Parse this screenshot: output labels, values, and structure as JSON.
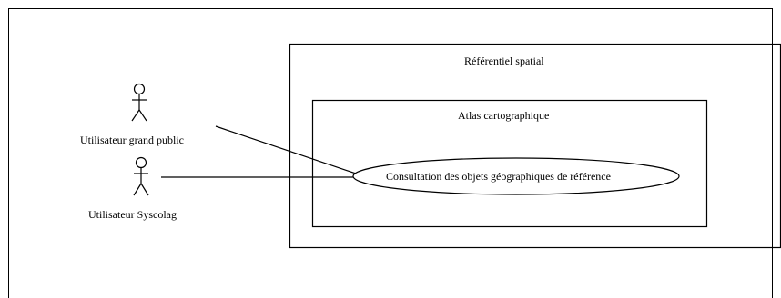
{
  "diagram": {
    "system_boundary_label": "Référentiel spatial",
    "subsystem_label": "Atlas cartographique",
    "use_case_label": "Consultation des objets géographiques de référence",
    "actors": [
      {
        "label": "Utilisateur grand public"
      },
      {
        "label": "Utilisateur Syscolag"
      }
    ]
  }
}
